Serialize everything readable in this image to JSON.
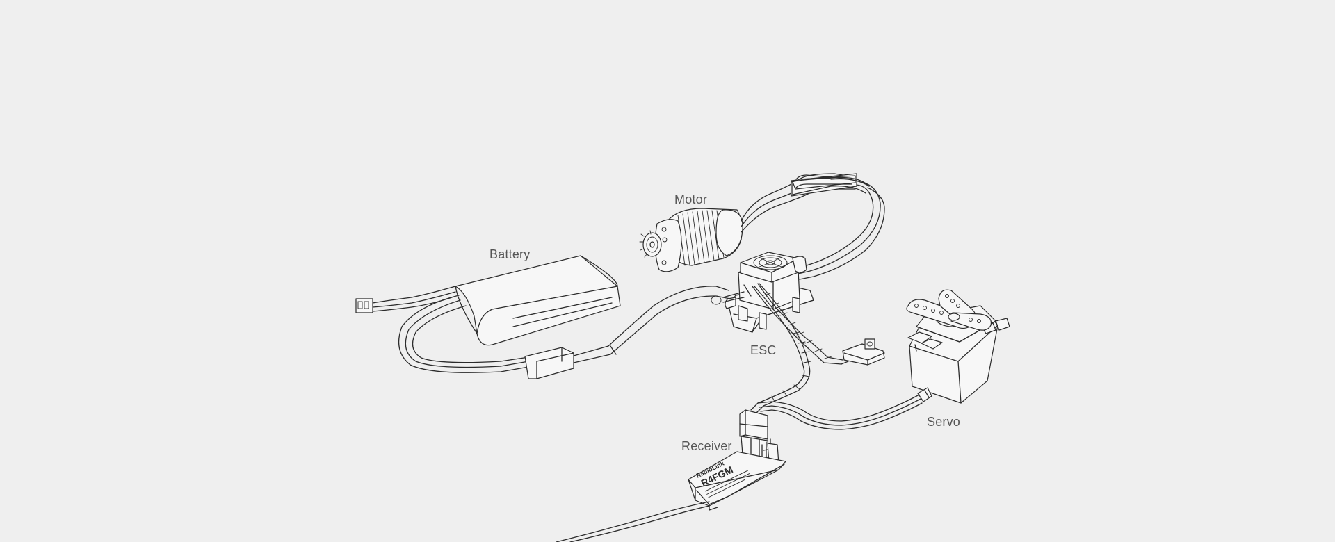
{
  "labels": {
    "motor": "Motor",
    "battery": "Battery",
    "esc": "ESC",
    "servo": "Servo",
    "receiver": "Receiver"
  },
  "receiver_print": {
    "brand": "RadioLink",
    "model": "R4FGM"
  },
  "colors": {
    "background": "#efefef",
    "line": "#2b2b2b",
    "label": "#555555"
  }
}
